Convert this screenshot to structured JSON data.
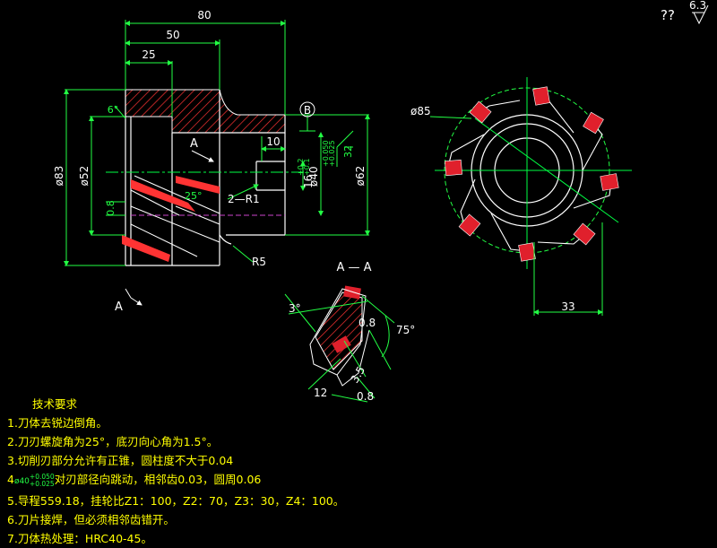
{
  "dimensions": {
    "d80": "80",
    "d50": "50",
    "d25": "25",
    "d10": "10",
    "d33": "33",
    "d32": "32",
    "angle6": "6°",
    "angle25": "25°",
    "angle3": "3°",
    "angle75": "75°",
    "phi83": "ø83",
    "phi52": "ø52",
    "phi62": "ø62",
    "phi85": "ø85",
    "phi40": "ø40",
    "phi40_tol_upper": "+0.050",
    "phi40_tol_lower": "+0.025",
    "r1": "2—R1",
    "r5": "R5",
    "d16": "16",
    "d16_tol": "+0.2",
    "d16_tol2": "+0.1",
    "rough_0_8": "0.8",
    "rough_0_8b": "0.8",
    "rough_0_8c": "0.8",
    "d3_5": "3.5",
    "d12": "12",
    "roughness_top": "6.3"
  },
  "labels": {
    "datum_b": "B",
    "section_a1": "A",
    "section_a2": "A",
    "section_title": "A — A",
    "qmarks": "??"
  },
  "notes": {
    "title": "技术要求",
    "items": [
      "1.刀体去锐边倒角。",
      "2.刀刃螺旋角为25°，底刃向心角为1.5°。",
      "3.切削刃部分允许有正锥，圆柱度不大于0.04",
      "对刃部径向跳动，相邻齿0.03，圆周0.06",
      "5.导程559.18，挂轮比Z1：100，Z2：70，Z3：30，Z4：100。",
      "6.刀片接焊，但必须相邻齿错开。",
      "7.刀体热处理：HRC40-45。"
    ],
    "item4_prefix": "4",
    "item4_phi": "ø40",
    "item4_tol_upper": "+0.050",
    "item4_tol_lower": "+0.025"
  },
  "colors": {
    "background": "#000000",
    "outline": "#ffffff",
    "dimension": "#22ff44",
    "hatch": "#ff3333",
    "insert": "#e0202c",
    "centerline": "#00ff44",
    "notes": "#ffff00",
    "hidden": "#cc44cc"
  }
}
